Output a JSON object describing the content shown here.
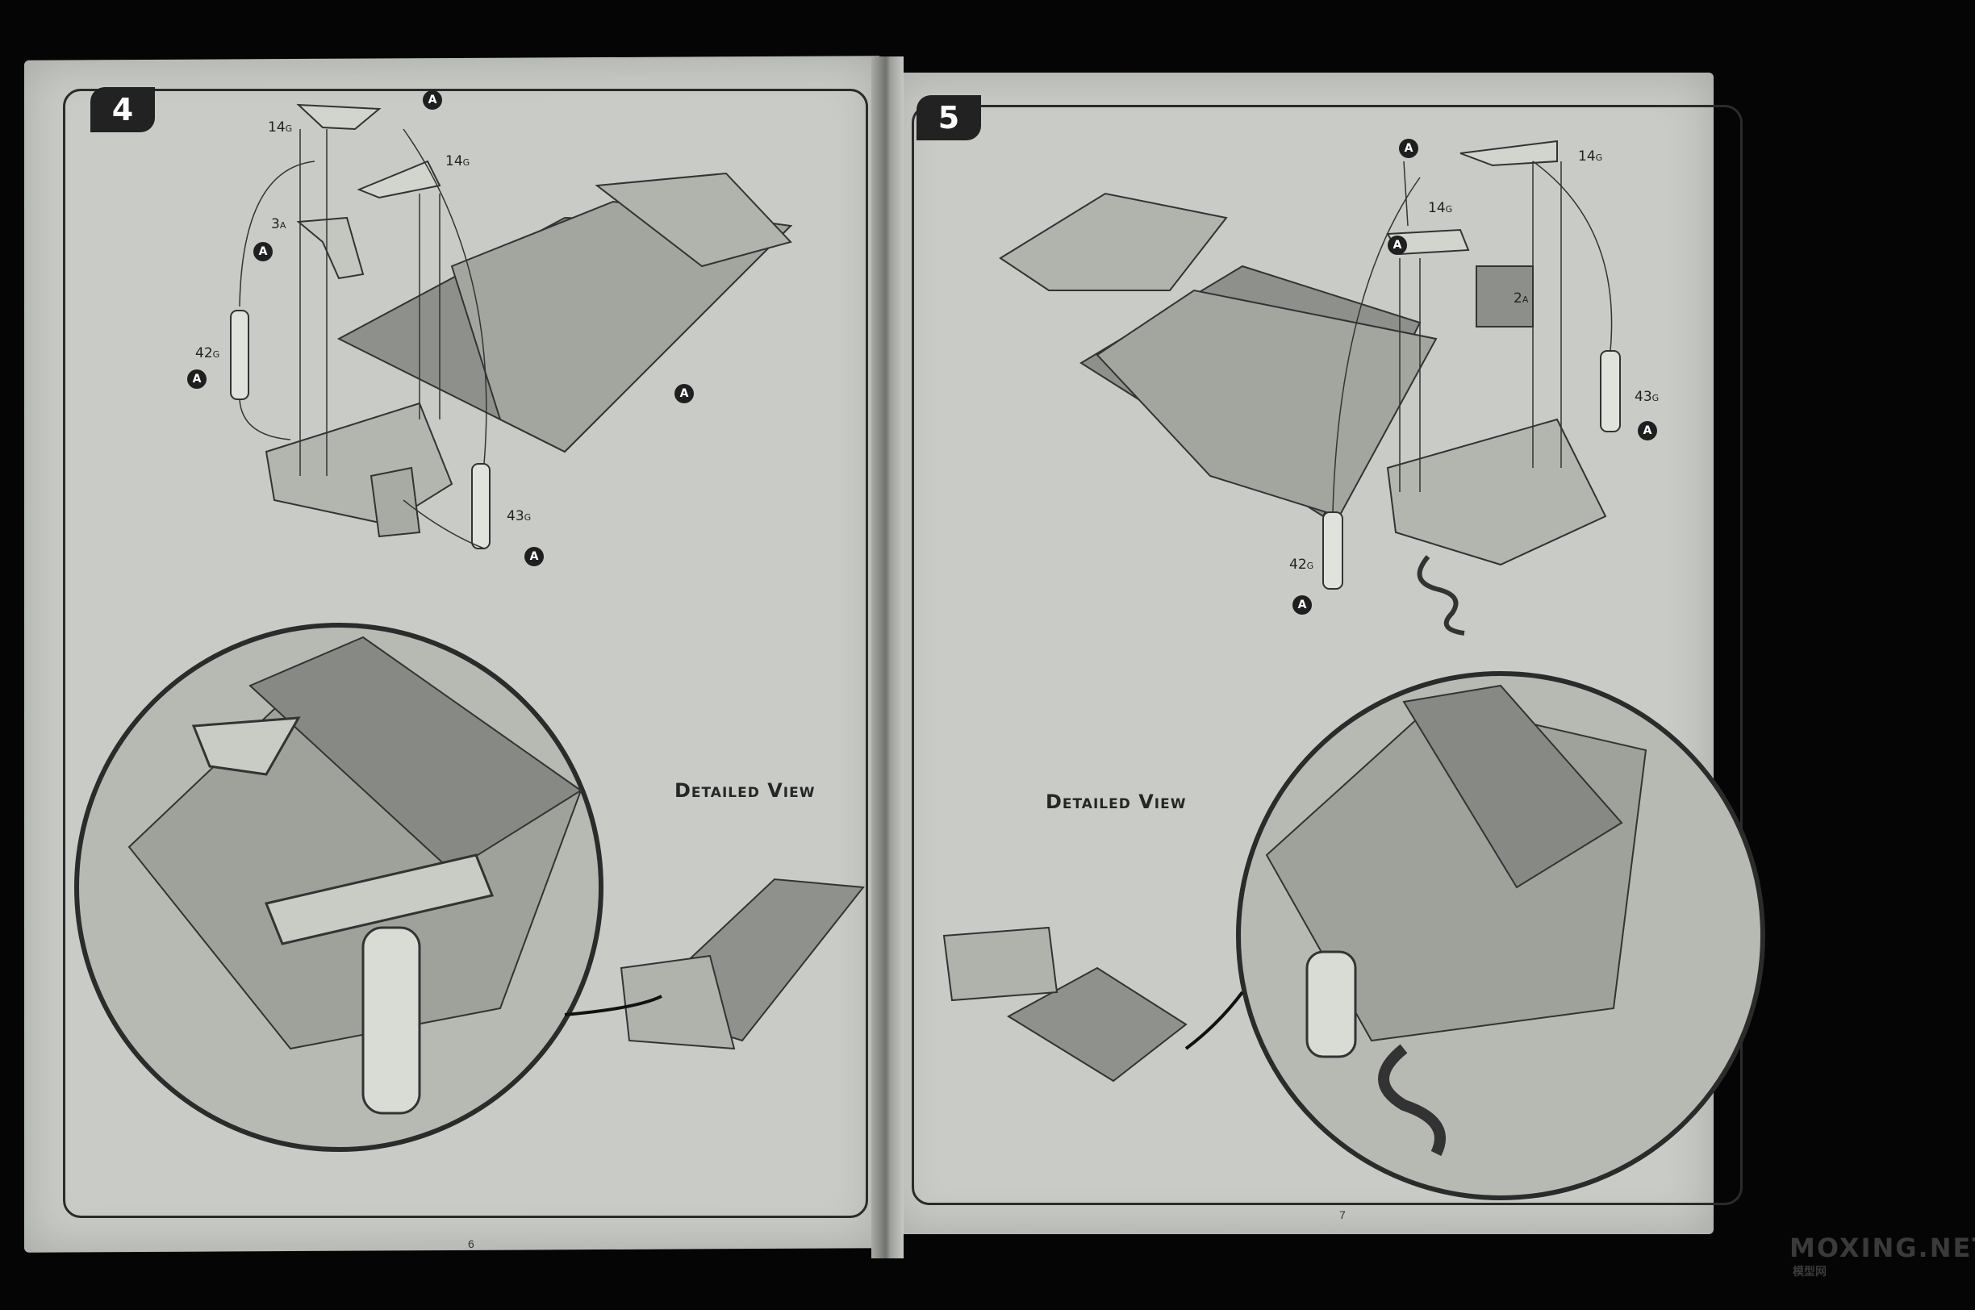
{
  "left_page": {
    "step": "4",
    "labels": [
      {
        "num": "14",
        "sub": "G"
      },
      {
        "num": "14",
        "sub": "G"
      },
      {
        "num": "3",
        "sub": "A"
      },
      {
        "num": "42",
        "sub": "G"
      },
      {
        "num": "43",
        "sub": "G"
      }
    ],
    "callout": "A",
    "detail_title": "Detailed View",
    "page_number": "6"
  },
  "right_page": {
    "step": "5",
    "labels": [
      {
        "num": "14",
        "sub": "G"
      },
      {
        "num": "14",
        "sub": "G"
      },
      {
        "num": "2",
        "sub": "A"
      },
      {
        "num": "43",
        "sub": "G"
      },
      {
        "num": "42",
        "sub": "G"
      }
    ],
    "callout": "A",
    "detail_title": "Detailed View",
    "page_number": "7"
  },
  "watermark": {
    "site": "MOXING.NET",
    "subtitle": "模型网"
  }
}
